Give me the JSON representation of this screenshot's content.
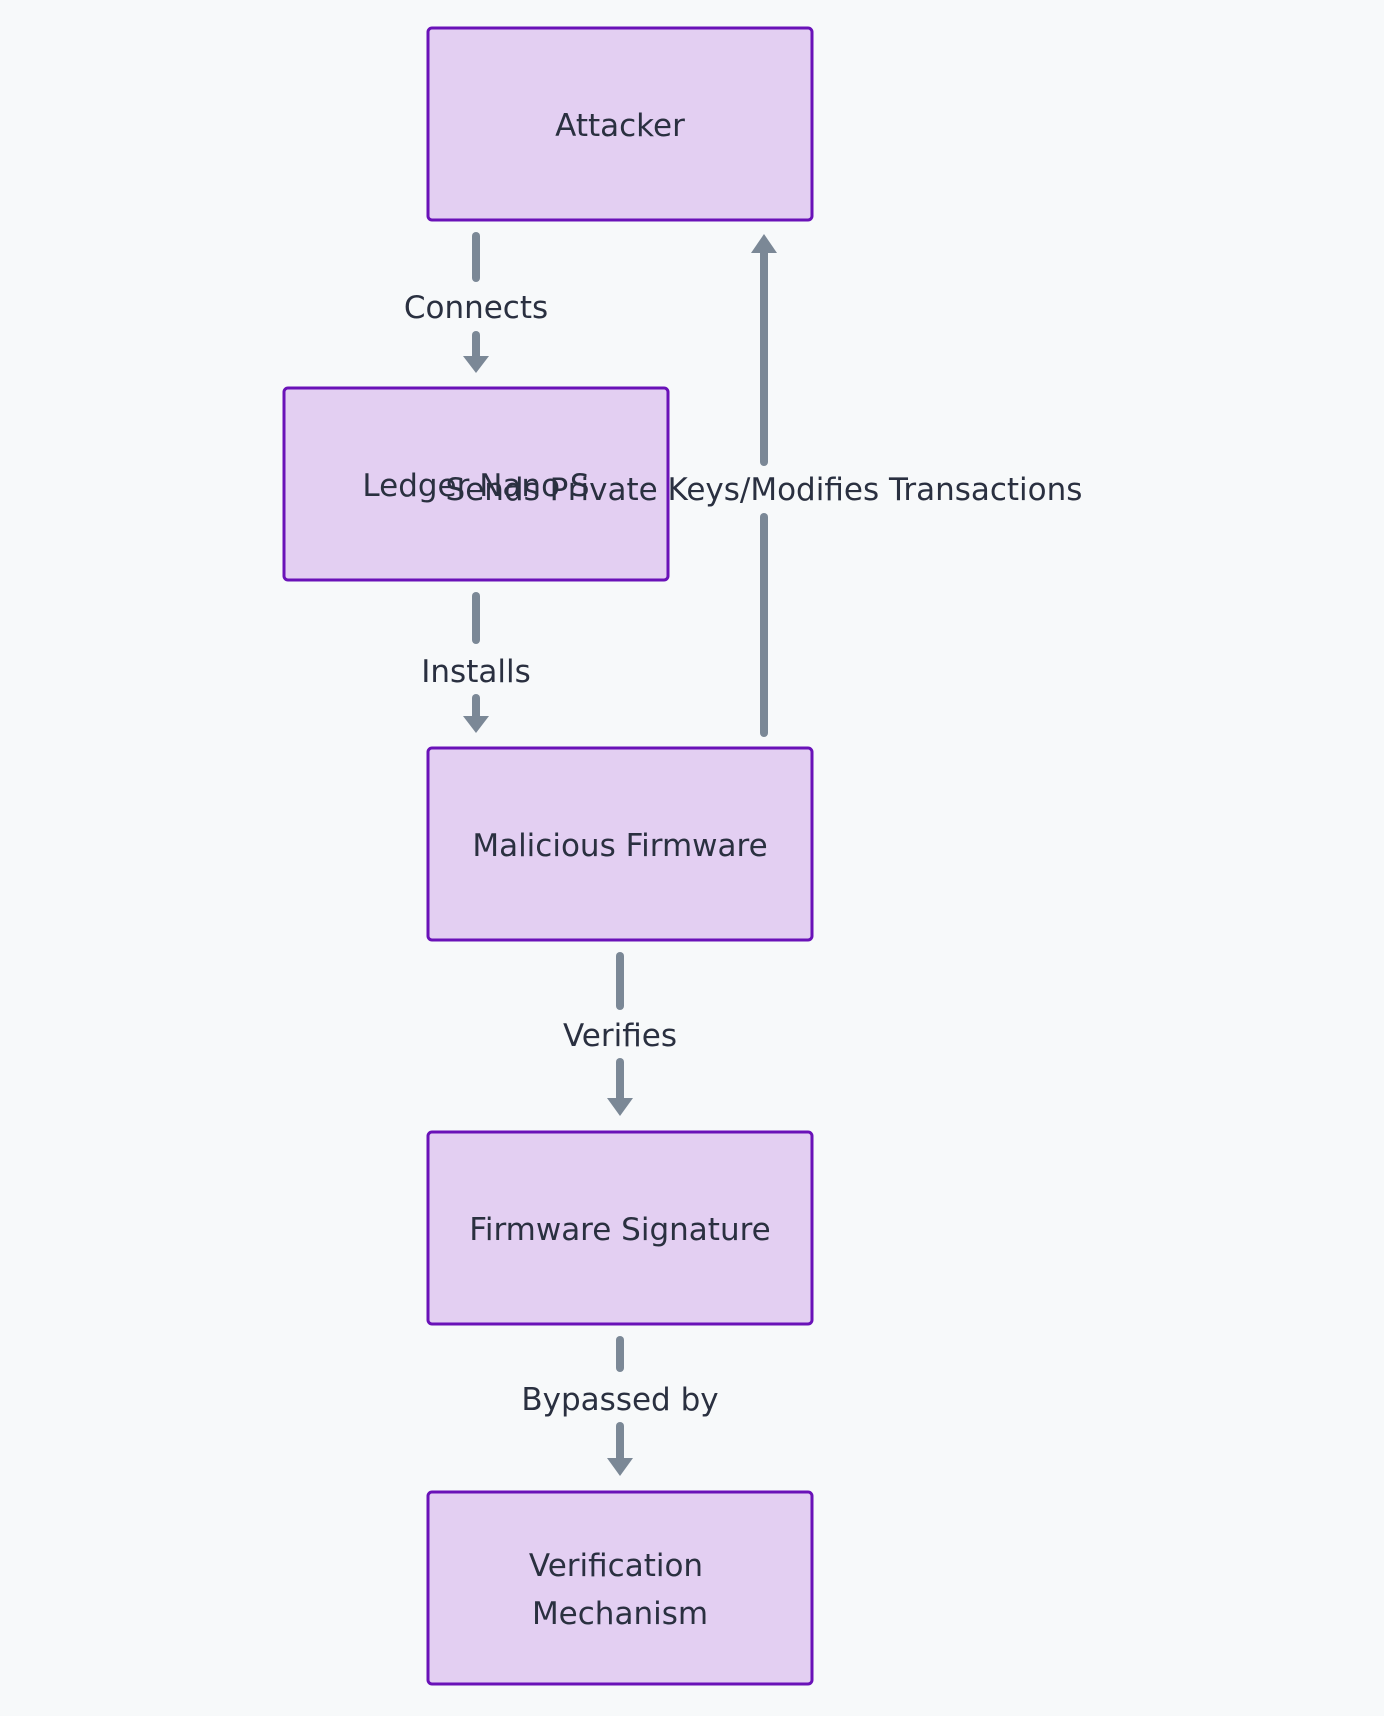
{
  "diagram": {
    "nodes": [
      {
        "id": "attacker",
        "lines": [
          "Attacker"
        ]
      },
      {
        "id": "ledger",
        "lines": [
          "Ledger Nano S"
        ]
      },
      {
        "id": "firmware",
        "lines": [
          "Malicious Firmware"
        ]
      },
      {
        "id": "signature",
        "lines": [
          "Firmware Signature"
        ]
      },
      {
        "id": "verification",
        "lines": [
          "Verification",
          "Mechanism"
        ]
      }
    ],
    "edges": [
      {
        "id": "connects",
        "from": "attacker",
        "to": "ledger",
        "label": "Connects"
      },
      {
        "id": "installs",
        "from": "ledger",
        "to": "firmware",
        "label": "Installs"
      },
      {
        "id": "verifies",
        "from": "firmware",
        "to": "signature",
        "label": "Verifies"
      },
      {
        "id": "bypassed",
        "from": "signature",
        "to": "verification",
        "label": "Bypassed by"
      },
      {
        "id": "sends",
        "from": "firmware",
        "to": "attacker",
        "label": "Sends Private Keys/Modifies Transactions"
      }
    ]
  }
}
